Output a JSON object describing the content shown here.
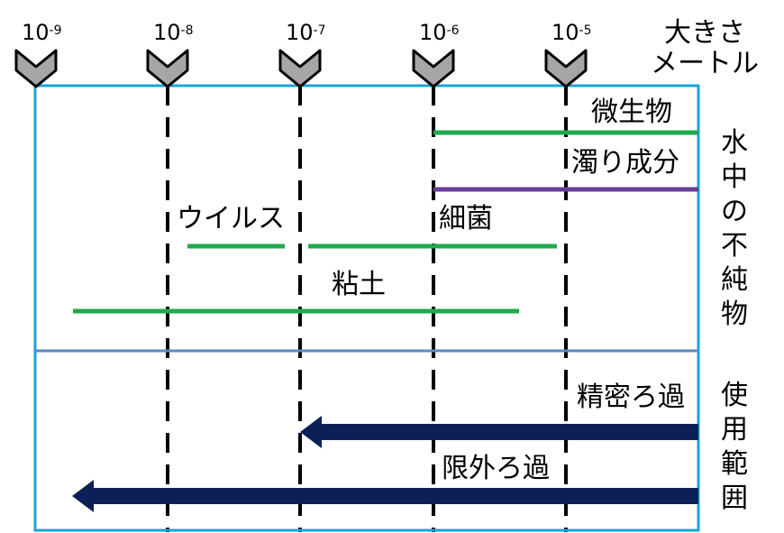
{
  "scale": {
    "unit_label_line1": "大きさ",
    "unit_label_line2": "メートル",
    "ticks": [
      {
        "base": "10",
        "exp": "-9"
      },
      {
        "base": "10",
        "exp": "-8"
      },
      {
        "base": "10",
        "exp": "-7"
      },
      {
        "base": "10",
        "exp": "-6"
      },
      {
        "base": "10",
        "exp": "-5"
      }
    ]
  },
  "sections": {
    "impurities": "水中の不純物",
    "usage": "使用範囲"
  },
  "impurity_labels": {
    "microbes": "微生物",
    "turbidity": "濁り成分",
    "virus": "ウイルス",
    "bacteria": "細菌",
    "clay": "粘土"
  },
  "filtration_labels": {
    "microfiltration": "精密ろ過",
    "ultrafiltration": "限外ろ過"
  },
  "colors": {
    "frame": "#1aa3d9",
    "divider": "#5b8ac4",
    "green": "#1faa4d",
    "purple": "#6a3d9a",
    "navy": "#0a2057",
    "marker_fill": "#a6a6a6",
    "marker_stroke": "#000000",
    "dash": "#000000"
  }
}
